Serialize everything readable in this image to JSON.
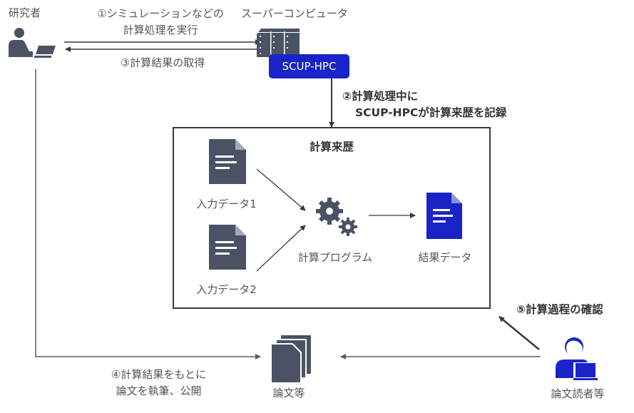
{
  "researcher": {
    "label": "研究者"
  },
  "step1": {
    "line1": "①シミュレーションなどの",
    "line2": "計算処理を実行"
  },
  "step3": {
    "label": "③計算結果の取得"
  },
  "supercomputer": {
    "label": "スーパーコンピュータ",
    "system": "SCUP-HPC"
  },
  "step2": {
    "line1": "②計算処理中に",
    "line2": "SCUP-HPCが計算来歴を記録"
  },
  "provenance": {
    "title": "計算来歴",
    "input1": "入力データ1",
    "input2": "入力データ2",
    "program": "計算プログラム",
    "result": "結果データ"
  },
  "step4": {
    "line1": "④計算結果をもとに",
    "line2": "論文を執筆、公開"
  },
  "paper": {
    "label": "論文等"
  },
  "reader": {
    "label": "論文読者等"
  },
  "step5": {
    "label": "⑤計算過程の確認"
  },
  "colors": {
    "icon": "#4a5264",
    "accent": "#1a23c8",
    "line": "#333a44"
  }
}
